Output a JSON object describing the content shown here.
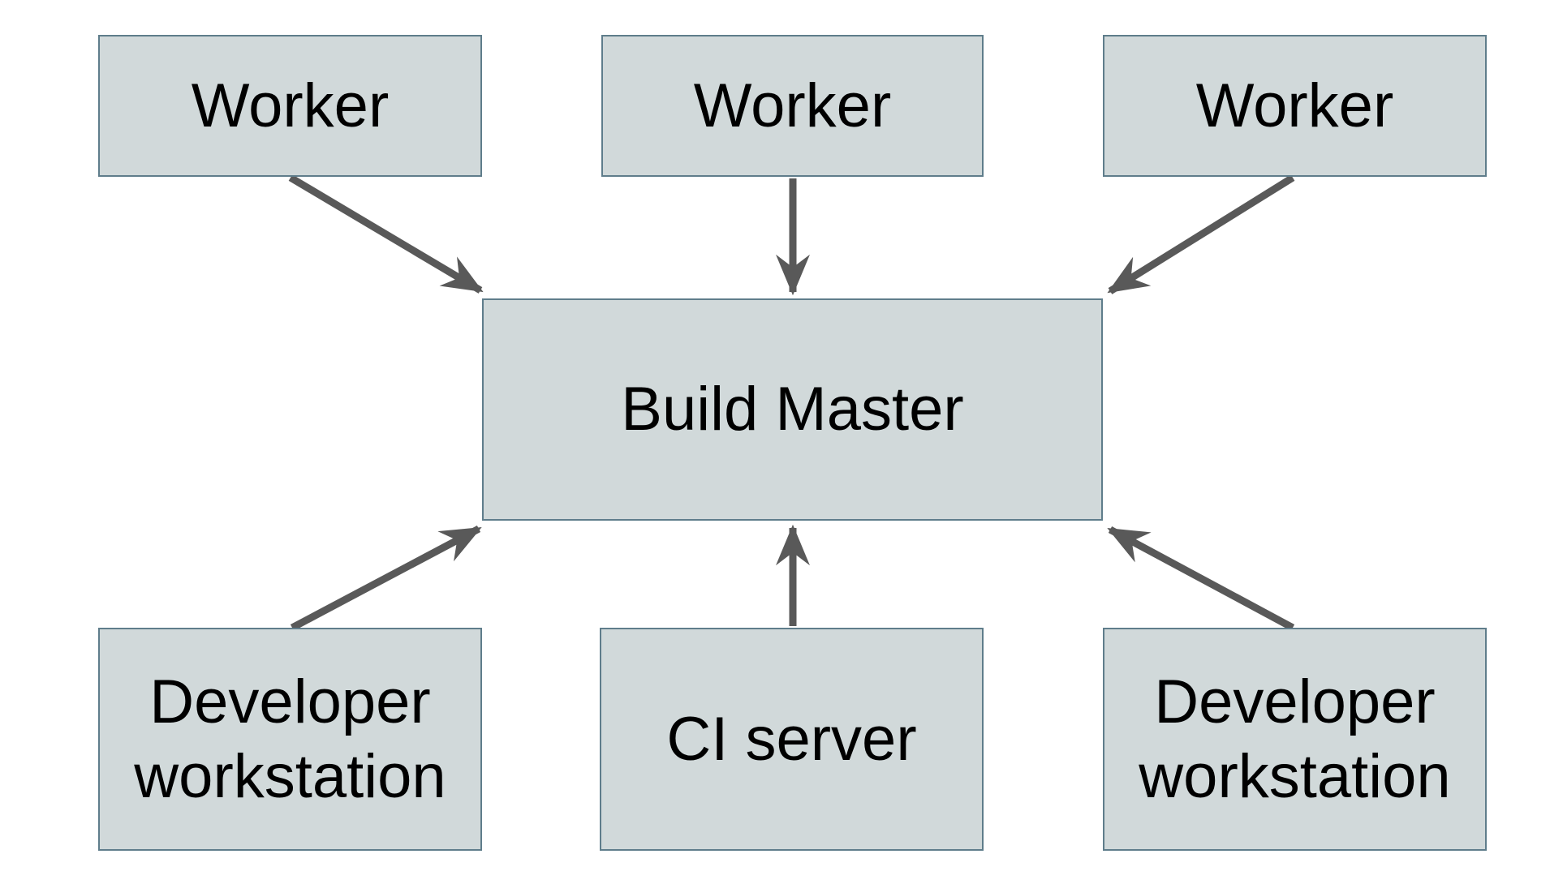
{
  "diagram": {
    "nodes": {
      "worker_1": {
        "label": "Worker"
      },
      "worker_2": {
        "label": "Worker"
      },
      "worker_3": {
        "label": "Worker"
      },
      "build_master": {
        "label": "Build Master"
      },
      "dev_workstation_left": {
        "label": "Developer workstation"
      },
      "ci_server": {
        "label": "CI server"
      },
      "dev_workstation_right": {
        "label": "Developer workstation"
      }
    },
    "edges": [
      {
        "from": "worker_1",
        "to": "build_master"
      },
      {
        "from": "worker_2",
        "to": "build_master"
      },
      {
        "from": "worker_3",
        "to": "build_master"
      },
      {
        "from": "dev_workstation_left",
        "to": "build_master"
      },
      {
        "from": "ci_server",
        "to": "build_master"
      },
      {
        "from": "dev_workstation_right",
        "to": "build_master"
      }
    ],
    "colors": {
      "background": "#ffffff",
      "node_fill": "#d1d9da",
      "node_border": "#5f7d8b",
      "arrow": "#595959",
      "text": "#000000"
    }
  }
}
